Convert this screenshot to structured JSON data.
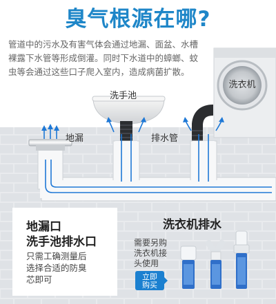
{
  "header": {
    "title": "臭气根源在哪?",
    "description_lines": [
      "管道中的污水及有害气体会通过地漏、面盆、水槽",
      "裸露下水管等形成倒灌。同时下水道中的蟑螂、蚊",
      "虫等会通过这些口子爬入室内，造成病菌扩散。"
    ]
  },
  "diagram": {
    "sink_label": "洗手池",
    "floor_drain_label": "地漏",
    "drain_pipe_label": "排水管",
    "washer_label": "洗衣机"
  },
  "cards": {
    "left": {
      "title_lines": [
        "地漏口",
        "洗手池排水口"
      ],
      "body_lines": [
        "只需工确测量后",
        "选择合适的防臭",
        "芯即可"
      ]
    },
    "right": {
      "title": "洗衣机排水",
      "note_lines": [
        "需要另购",
        "洗衣机接",
        "头使用"
      ],
      "buy_button_lines": [
        "立即",
        "购买"
      ]
    }
  },
  "colors": {
    "title_blue": "#1e86c8",
    "pipe_blue": "#1e78d6",
    "button_blue": "#1b80d0",
    "wall_gray": "#e4e6ea"
  }
}
